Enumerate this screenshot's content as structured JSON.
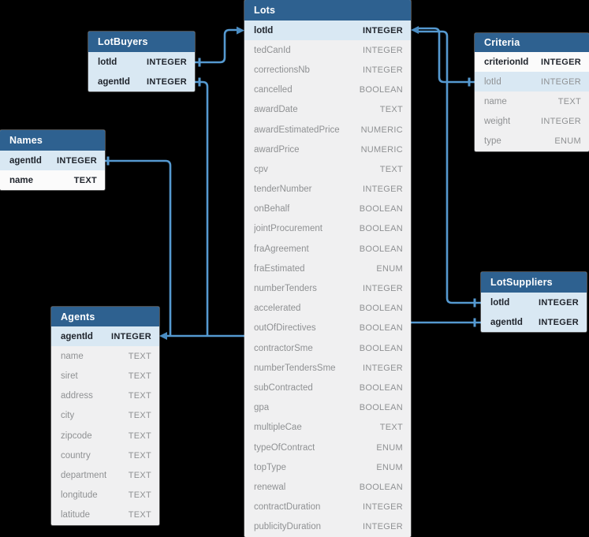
{
  "diagram": {
    "background_color": "#000000",
    "header_color": "#2e6190",
    "highlight_row_color": "#d9e8f3",
    "relation_line_color": "#5599d0",
    "arrow_color": "#4a8cc2",
    "tables": [
      {
        "name": "Lots",
        "columns": [
          {
            "name": "lotId",
            "type": "INTEGER",
            "emphasis": "pk",
            "highlight": true
          },
          {
            "name": "tedCanId",
            "type": "INTEGER"
          },
          {
            "name": "correctionsNb",
            "type": "INTEGER"
          },
          {
            "name": "cancelled",
            "type": "BOOLEAN"
          },
          {
            "name": "awardDate",
            "type": "TEXT"
          },
          {
            "name": "awardEstimatedPrice",
            "type": "NUMERIC"
          },
          {
            "name": "awardPrice",
            "type": "NUMERIC"
          },
          {
            "name": "cpv",
            "type": "TEXT"
          },
          {
            "name": "tenderNumber",
            "type": "INTEGER"
          },
          {
            "name": "onBehalf",
            "type": "BOOLEAN"
          },
          {
            "name": "jointProcurement",
            "type": "BOOLEAN"
          },
          {
            "name": "fraAgreement",
            "type": "BOOLEAN"
          },
          {
            "name": "fraEstimated",
            "type": "ENUM"
          },
          {
            "name": "numberTenders",
            "type": "INTEGER"
          },
          {
            "name": "accelerated",
            "type": "BOOLEAN"
          },
          {
            "name": "outOfDirectives",
            "type": "BOOLEAN"
          },
          {
            "name": "contractorSme",
            "type": "BOOLEAN"
          },
          {
            "name": "numberTendersSme",
            "type": "INTEGER"
          },
          {
            "name": "subContracted",
            "type": "BOOLEAN"
          },
          {
            "name": "gpa",
            "type": "BOOLEAN"
          },
          {
            "name": "multipleCae",
            "type": "TEXT"
          },
          {
            "name": "typeOfContract",
            "type": "ENUM"
          },
          {
            "name": "topType",
            "type": "ENUM"
          },
          {
            "name": "renewal",
            "type": "BOOLEAN"
          },
          {
            "name": "contractDuration",
            "type": "INTEGER"
          },
          {
            "name": "publicityDuration",
            "type": "INTEGER"
          }
        ]
      },
      {
        "name": "LotBuyers",
        "columns": [
          {
            "name": "lotId",
            "type": "INTEGER",
            "emphasis": "pk",
            "highlight": true
          },
          {
            "name": "agentId",
            "type": "INTEGER",
            "emphasis": "pk",
            "highlight": true
          }
        ]
      },
      {
        "name": "Names",
        "columns": [
          {
            "name": "agentId",
            "type": "INTEGER",
            "emphasis": "pk",
            "highlight": true
          },
          {
            "name": "name",
            "type": "TEXT",
            "emphasis": "pk",
            "plain": true
          }
        ]
      },
      {
        "name": "Agents",
        "columns": [
          {
            "name": "agentId",
            "type": "INTEGER",
            "emphasis": "pk",
            "highlight": true
          },
          {
            "name": "name",
            "type": "TEXT"
          },
          {
            "name": "siret",
            "type": "TEXT"
          },
          {
            "name": "address",
            "type": "TEXT"
          },
          {
            "name": "city",
            "type": "TEXT"
          },
          {
            "name": "zipcode",
            "type": "TEXT"
          },
          {
            "name": "country",
            "type": "TEXT"
          },
          {
            "name": "department",
            "type": "TEXT"
          },
          {
            "name": "longitude",
            "type": "TEXT"
          },
          {
            "name": "latitude",
            "type": "TEXT"
          }
        ]
      },
      {
        "name": "Criteria",
        "columns": [
          {
            "name": "criterionId",
            "type": "INTEGER",
            "emphasis": "pk",
            "plain": true
          },
          {
            "name": "lotId",
            "type": "INTEGER",
            "highlight": true
          },
          {
            "name": "name",
            "type": "TEXT"
          },
          {
            "name": "weight",
            "type": "INTEGER"
          },
          {
            "name": "type",
            "type": "ENUM"
          }
        ]
      },
      {
        "name": "LotSuppliers",
        "columns": [
          {
            "name": "lotId",
            "type": "INTEGER",
            "emphasis": "pk",
            "highlight": true
          },
          {
            "name": "agentId",
            "type": "INTEGER",
            "emphasis": "pk",
            "highlight": true
          }
        ]
      }
    ],
    "relations": [
      {
        "from": "LotBuyers.lotId",
        "to": "Lots.lotId"
      },
      {
        "from": "Criteria.lotId",
        "to": "Lots.lotId"
      },
      {
        "from": "LotSuppliers.lotId",
        "to": "Lots.lotId"
      },
      {
        "from": "LotBuyers.agentId",
        "to": "Agents.agentId"
      },
      {
        "from": "Names.agentId",
        "to": "Agents.agentId"
      },
      {
        "from": "LotSuppliers.agentId",
        "to": "Agents.agentId"
      }
    ]
  }
}
